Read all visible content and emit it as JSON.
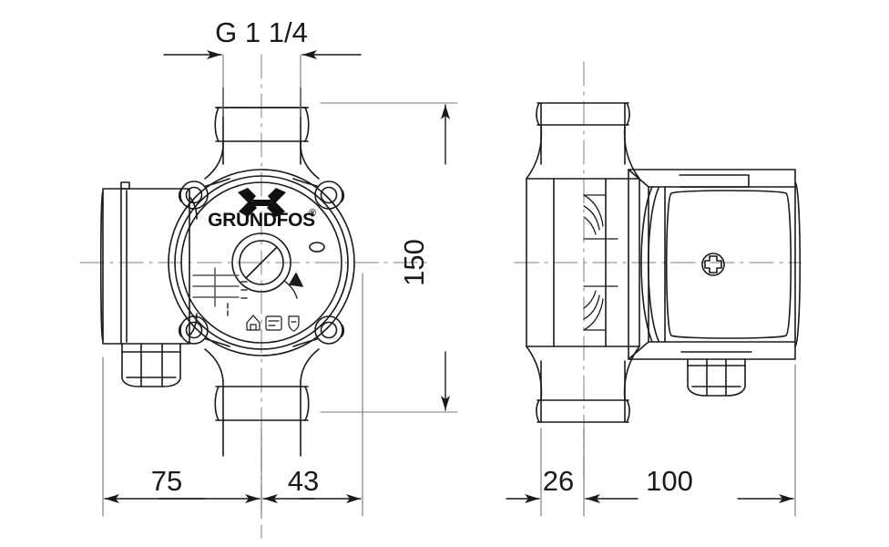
{
  "drawing": {
    "type": "technical-dimension-drawing",
    "product_brand": "GRUNDFOS",
    "brand_registered_mark": "®",
    "views": [
      {
        "name": "front-view",
        "position": "left"
      },
      {
        "name": "side-view",
        "position": "right"
      }
    ]
  },
  "dimensions": {
    "thread_size": "G 1 1/4",
    "height": "150",
    "front_left_width": "75",
    "front_right_width": "43",
    "side_left_width": "26",
    "side_right_width": "100"
  },
  "labels": {
    "top_thread": "G 1 1/4",
    "vertical_height": "150",
    "front_dim_left": "75",
    "front_dim_right": "43",
    "side_dim_left": "26",
    "side_dim_right": "100"
  },
  "colors": {
    "line": "#1a1a1a",
    "thin_line": "#2b2b2b",
    "center_line": "#9a9a9a",
    "background": "#ffffff",
    "text": "#1a1a1a"
  },
  "face_markings": {
    "logo_wordmark": "GRUNDFOS",
    "speed_selector_lines": 3,
    "certification_icons": [
      "house-icon",
      "label-icon",
      "shield-icon"
    ],
    "control_knob": "rotary-speed-knob"
  }
}
